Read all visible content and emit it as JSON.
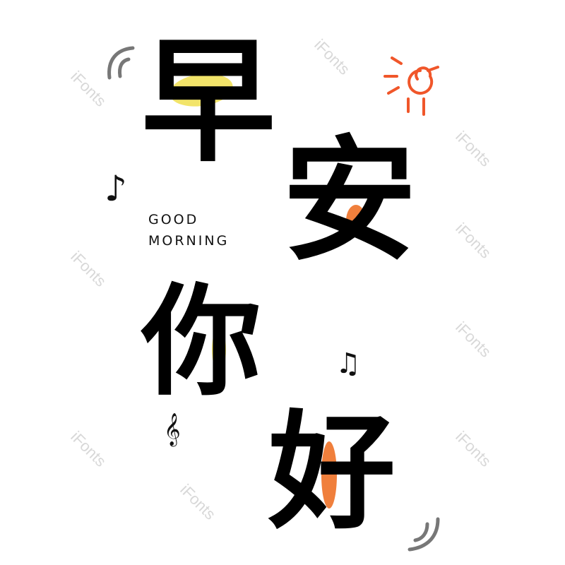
{
  "title": {
    "chars": [
      "早",
      "安",
      "你",
      "好"
    ]
  },
  "subtitle": {
    "line1": "GOOD",
    "line2": "MORNING"
  },
  "watermark": "iFonts",
  "colors": {
    "yellow": "#f2e46a",
    "orange": "#f07f3c",
    "sun": "#f0562a",
    "gray": "#777777"
  }
}
